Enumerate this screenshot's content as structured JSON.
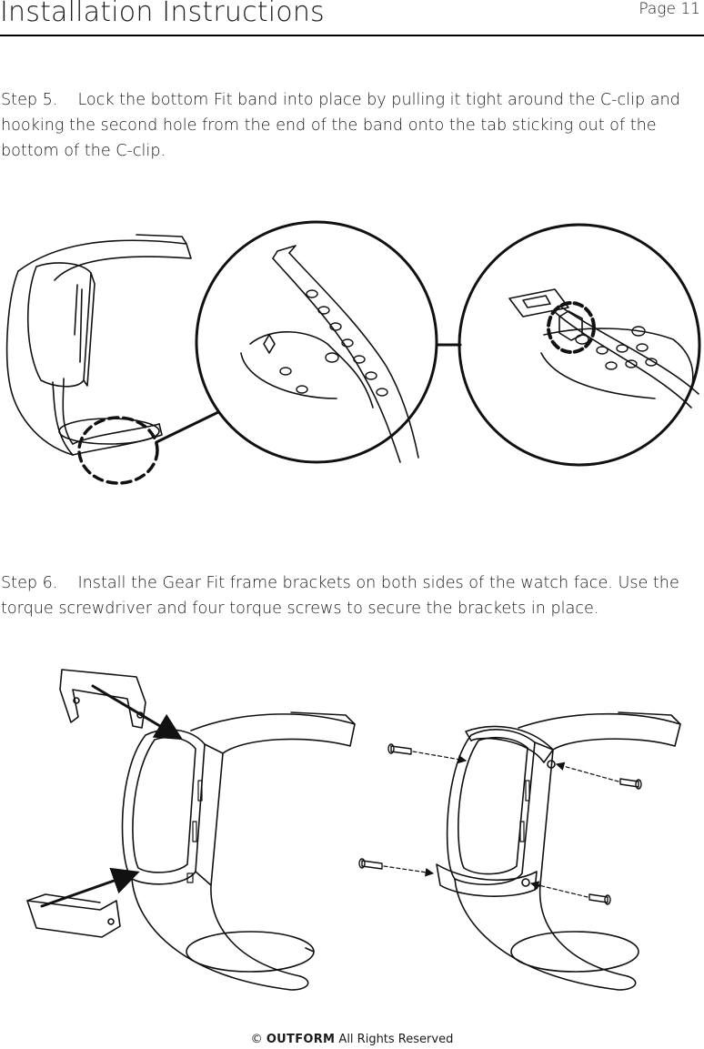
{
  "header": {
    "title": "Installation Instructions",
    "page_label": "Page 11"
  },
  "steps": [
    {
      "number": "Step 5.",
      "text": "Lock the bottom Fit band into place by pulling it tight around the C-clip and hooking the second hole from the end of the band onto the tab sticking out of the bottom of the C-clip."
    },
    {
      "number": "Step 6.",
      "text": "Install the Gear Fit frame brackets on both sides of the watch face. Use the torque screwdriver and four torque screws to secure the brackets in place."
    }
  ],
  "footer": {
    "copyright_symbol": "©",
    "brand": "OUTFORM",
    "rights": "All Rights Reserved"
  },
  "figures": {
    "step5_icons": [
      "watch-band-illustration",
      "detail-magnifier-band-hook",
      "detail-magnifier-band-locked"
    ],
    "step6_icons": [
      "watch-bracket-exploded-illustration",
      "watch-screws-illustration"
    ]
  }
}
